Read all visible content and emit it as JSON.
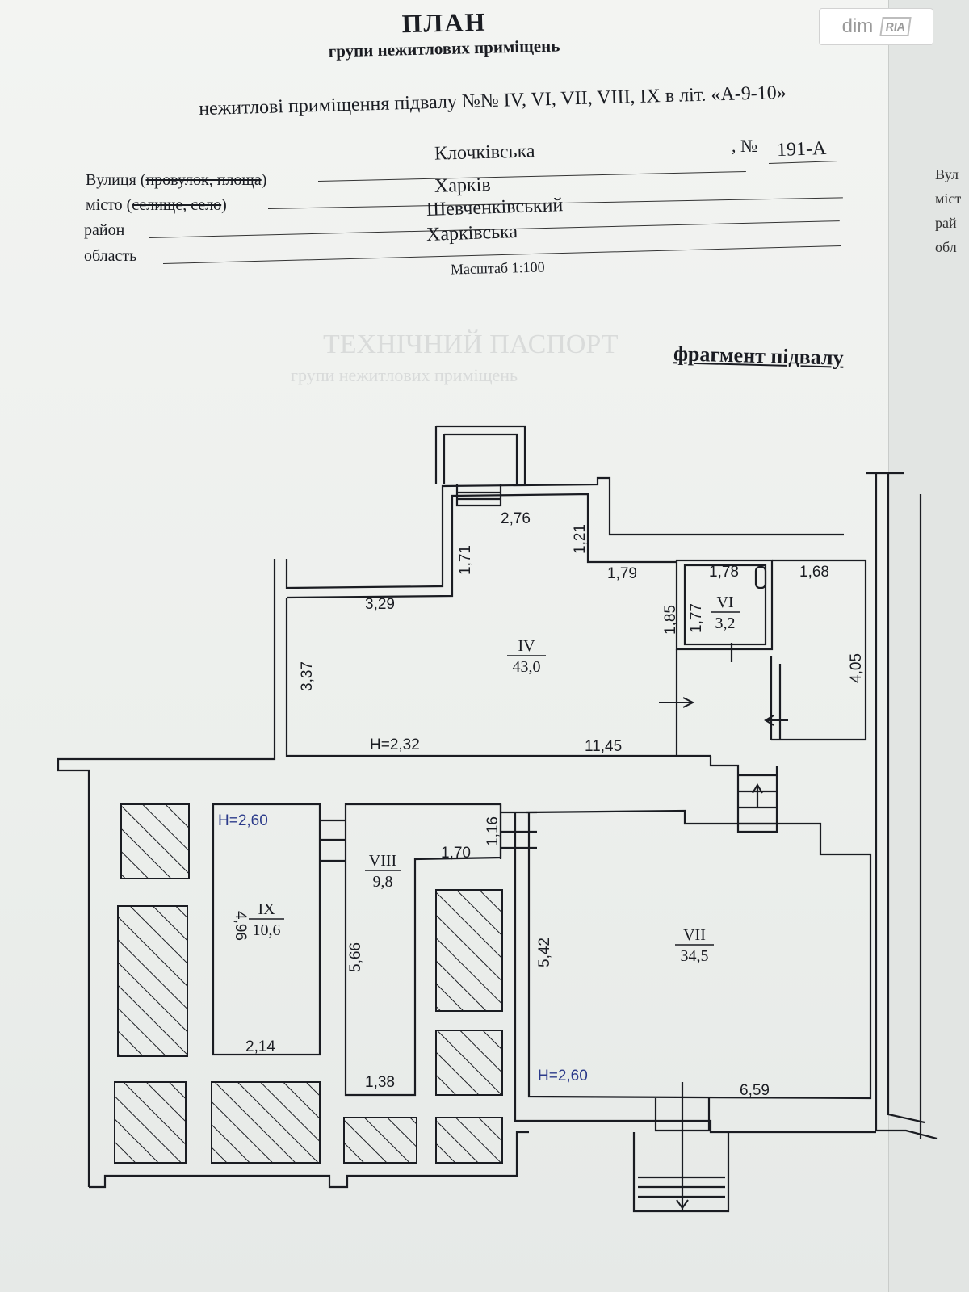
{
  "header": {
    "title": "ПЛАН",
    "subtitle": "групи нежитлових приміщень",
    "description": "нежитлові приміщення підвалу №№ IV, VI, VII, VIII, IX в літ. «А-9-10»"
  },
  "address": {
    "street_label_prefix": "Вулиця (",
    "street_label_struck": "провулок, площа",
    "street_label_suffix": ")",
    "street_value": "Клочківська",
    "number_label": ", №",
    "number_value": "191-А",
    "city_label_prefix": "місто (",
    "city_label_struck": "селище, село",
    "city_label_suffix": ")",
    "city_value": "Харків",
    "district_label": "район",
    "district_value": "Шевченківський",
    "region_label": "область",
    "region_value": "Харківська",
    "scale": "Масштаб 1:100"
  },
  "fragment_title": "фрагмент підвалу",
  "watermark_logo": {
    "left": "dim",
    "right": "RIA"
  },
  "right_page_fragments": [
    "Вул",
    "міст",
    "рай",
    "обл"
  ],
  "rooms": [
    {
      "id": "IV",
      "area": "43,0"
    },
    {
      "id": "VI",
      "area": "3,2"
    },
    {
      "id": "VII",
      "area": "34,5"
    },
    {
      "id": "VIII",
      "area": "9,8"
    },
    {
      "id": "IX",
      "area": "10,6"
    }
  ],
  "dimensions": {
    "d276": "2,76",
    "d121": "1,21",
    "d171": "1,71",
    "d329": "3,29",
    "d179": "1,79",
    "d178": "1,78",
    "d168": "1,68",
    "d185": "1,85",
    "d177": "1,77",
    "d405": "4,05",
    "d337": "3,37",
    "d1145": "11,45",
    "d116": "1,16",
    "d170": "1,70",
    "d496": "4,96",
    "d566": "5,66",
    "d542": "5,42",
    "d214": "2,14",
    "d138": "1,38",
    "d659": "6,59"
  },
  "heights": {
    "h1": "H=2,32",
    "h2": "H=2,60",
    "h3": "H=2,60"
  },
  "colors": {
    "ink": "#1a1c22",
    "height_marks": "#2b3a8a",
    "paper": "#eef0ee"
  }
}
